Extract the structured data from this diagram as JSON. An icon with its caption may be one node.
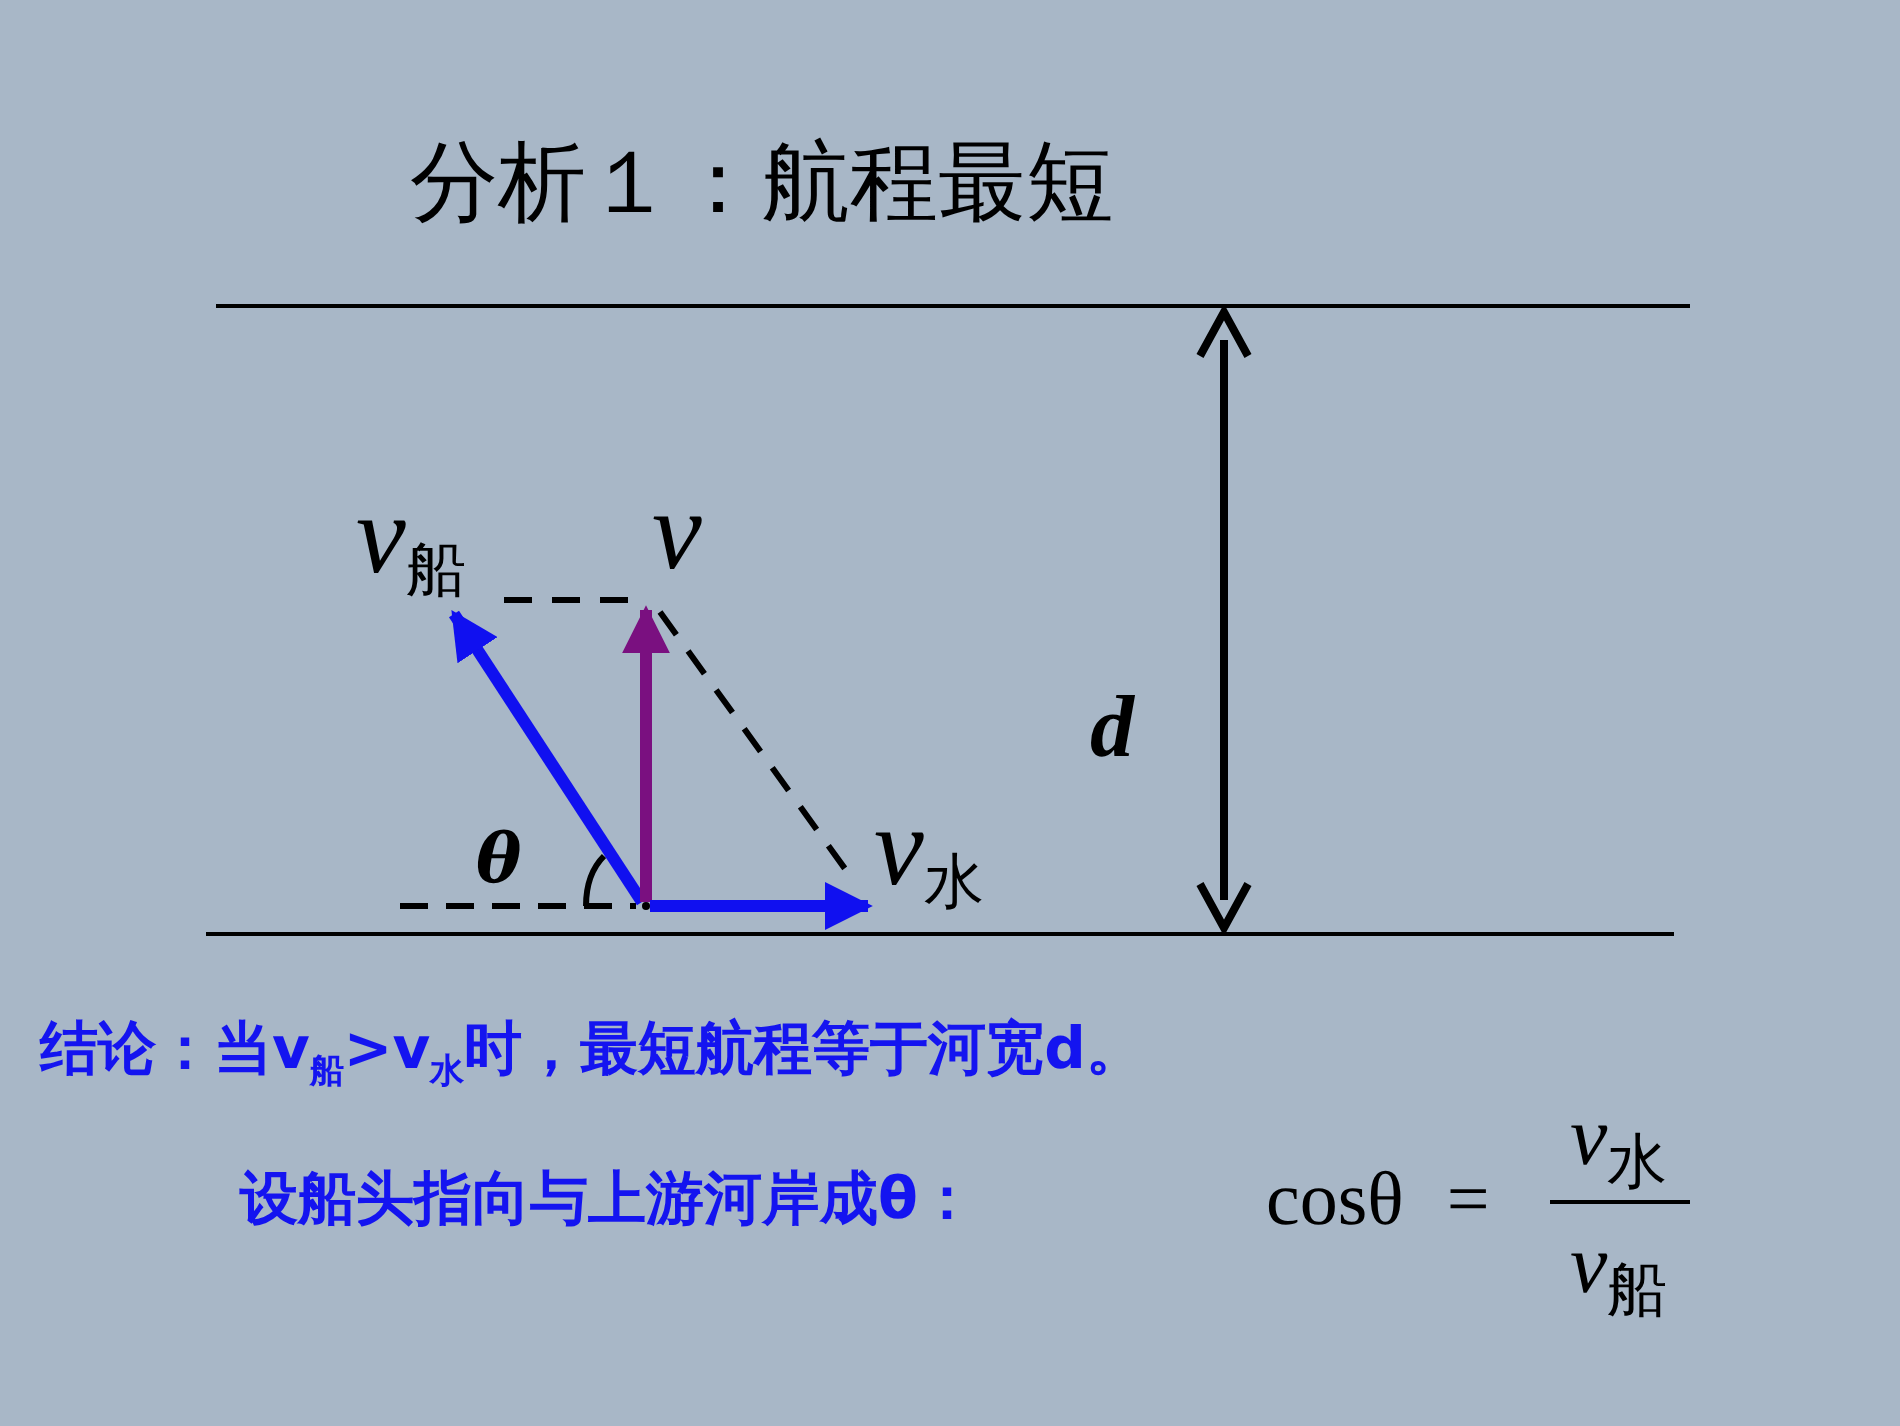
{
  "diagram": {
    "title": "分析１：航程最短",
    "nodes": [
      {
        "text": [],
        "shape": "point"
      },
      {
        "text": [
          "v$_{船}$"
        ]
      },
      {
        "text": [
          "v"
        ]
      },
      {
        "text": [
          "v$_{水}$"
        ]
      }
    ],
    "edges": [
      {
        "from": 0,
        "to": 1,
        "arrow": "to",
        "color": "#1010f0"
      },
      {
        "from": 0,
        "to": 2,
        "arrow": "to",
        "color": "#7a1080"
      },
      {
        "from": 0,
        "to": 3,
        "arrow": "to",
        "color": "#1010f0"
      },
      {
        "from": 1,
        "to": 2,
        "arrow": "none",
        "style": "dashed",
        "color": "#000000"
      },
      {
        "from": 2,
        "to": 3,
        "arrow": "none",
        "style": "dashed",
        "color": "#000000"
      }
    ],
    "labels": [
      "θ",
      "d",
      "结论：当v$_{船}$>v$_{水}$时，最短航程等于河宽d。",
      "设船头指向与上游河岸成θ：",
      "cosθ =",
      "v$_{水}$",
      "v$_{船}$"
    ]
  }
}
